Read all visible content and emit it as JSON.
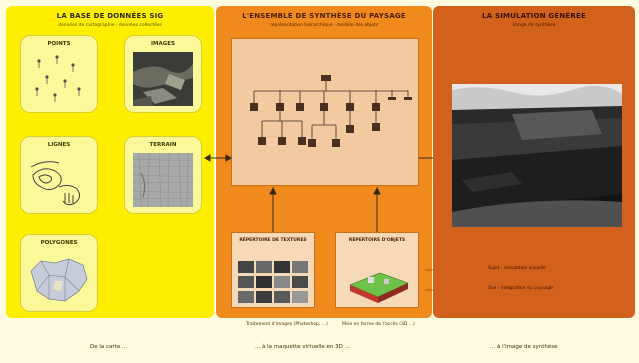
{
  "left": {
    "title": "LA BASE DE DONNÉES SIG",
    "subtitle": "données de cartographie · données collectées",
    "cards": {
      "points": "POINTS",
      "images": "IMAGES",
      "lignes": "LIGNES",
      "terrain": "TERRAIN",
      "polygones": "POLYGONES"
    }
  },
  "middle": {
    "title": "L'ENSEMBLE DE SYNTHÈSE DU PAYSAGE",
    "subtitle": "représentation hiérarchique · modèle des objets",
    "texture_panel": "RÉPERTOIRE DE TEXTURES",
    "objects_panel": "RÉPERTOIRE D'OBJETS"
  },
  "right": {
    "title": "LA SIMULATION GÉNÉRÉE",
    "subtitle": "image de synthèse",
    "label_top": "Sujet : simulation visuelle",
    "label_bottom": "Vue : intégration du paysage"
  },
  "captions": {
    "left": "Traitement d'images (Photoshop, ...)",
    "right": "Mise en forme de l'accès (3D ...)"
  },
  "footer": {
    "left": "De la carte ...",
    "middle": "... à la maquette virtuelle en 3D ...",
    "right": "... à l'image de synthèse"
  }
}
